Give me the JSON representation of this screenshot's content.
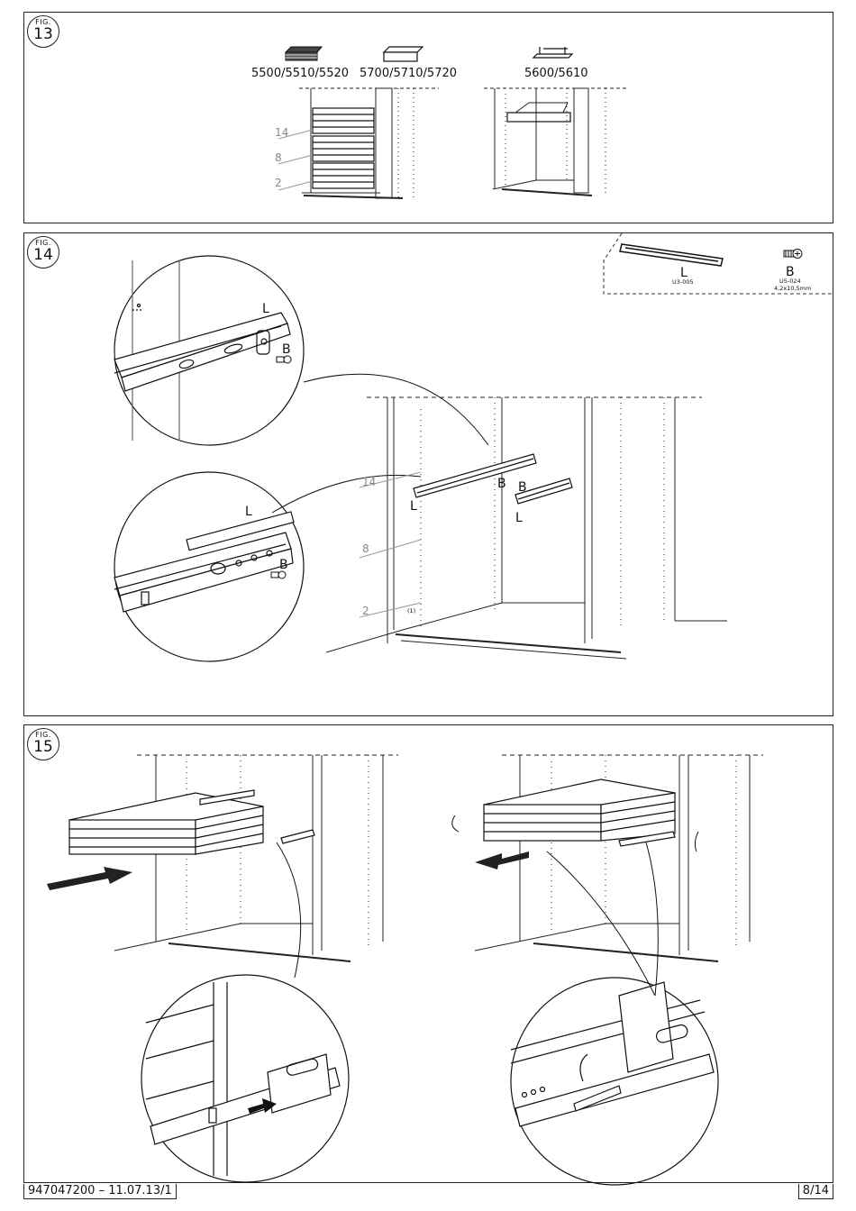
{
  "fig13": {
    "badge_label": "FIG.",
    "number": "13",
    "codes": [
      "5500/5510/5520",
      "5700/5710/5720",
      "5600/5610"
    ],
    "levels": [
      "14",
      "8",
      "2"
    ]
  },
  "fig14": {
    "badge_label": "FIG.",
    "number": "14",
    "parts": {
      "rail_letter": "L",
      "rail_code": "U3-005",
      "screw_letter": "B",
      "screw_code": "U5-024",
      "screw_size": "4,2x10,5mm"
    },
    "callout_letters": {
      "rail": "L",
      "screw": "B"
    },
    "levels": [
      "14",
      "8",
      "2"
    ],
    "level_note": "(1)"
  },
  "fig15": {
    "badge_label": "FIG.",
    "number": "15"
  },
  "footer": {
    "document_code": "947047200 – 11.07.13/1",
    "page": "8/14"
  }
}
